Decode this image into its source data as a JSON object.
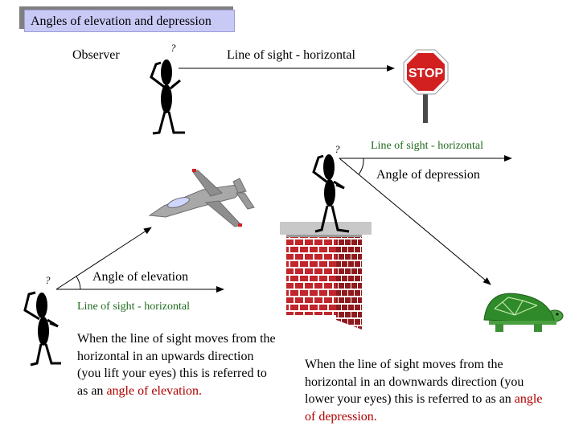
{
  "title": "Angles of elevation and depression",
  "observer_label": "Observer",
  "top_line_label": "Line of sight - horizontal",
  "stop_sign_text": "STOP",
  "depression": {
    "line_label": "Line of sight - horizontal",
    "angle_label": "Angle of depression",
    "description_prefix": "When the line of sight moves from the horizontal in an downwards direction (you lower your eyes) this is referred to as an ",
    "description_highlight": "angle of depression."
  },
  "elevation": {
    "angle_label": "Angle of elevation",
    "line_label": "Line of sight - horizontal",
    "description_prefix": "When the line of sight moves from the horizontal in an upwards direction (you lift your eyes) this is referred to as an ",
    "description_highlight": "angle of elevation."
  },
  "figure_mark": "?",
  "colors": {
    "title_background": "#c9c9f6",
    "highlight_text": "#b00000",
    "green_label": "#1f6b1f",
    "brick": "#c0262b",
    "stop_sign": "#d22020",
    "turtle": "#2f8a2a"
  }
}
